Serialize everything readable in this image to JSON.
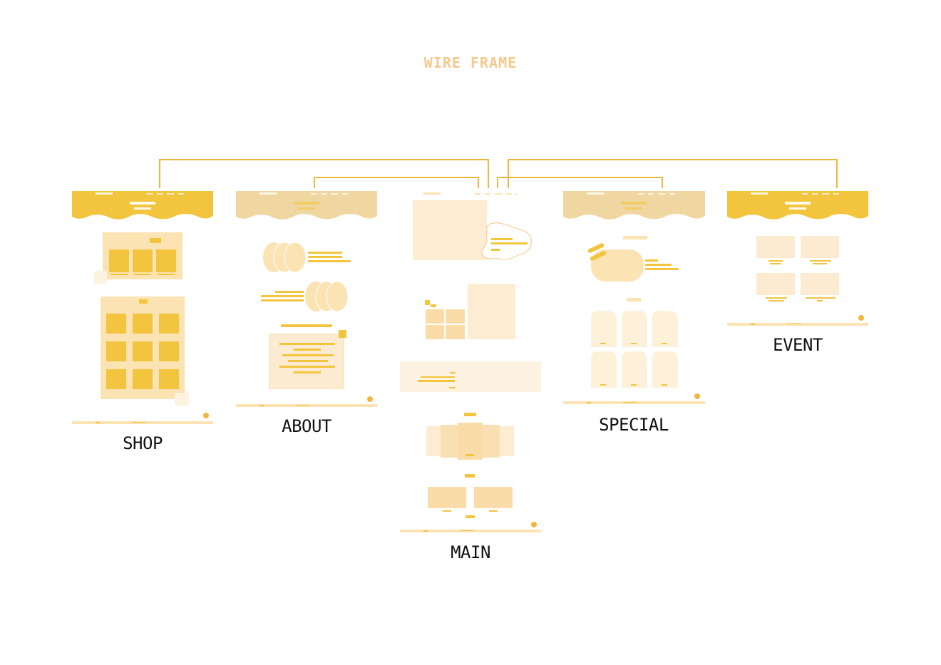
{
  "title": "WIRE FRAME",
  "colors": {
    "primary": "#f3c53f",
    "primary_muted": "#f0d6a0",
    "light": "#fcebd0",
    "lighter": "#fdf3e0",
    "mid": "#f9dca8",
    "connector": "#f0b73f",
    "dot": "#f0b73f"
  },
  "pages": {
    "shop": "SHOP",
    "about": "ABOUT",
    "main": "MAIN",
    "special": "SPECIAL",
    "event": "EVENT"
  }
}
